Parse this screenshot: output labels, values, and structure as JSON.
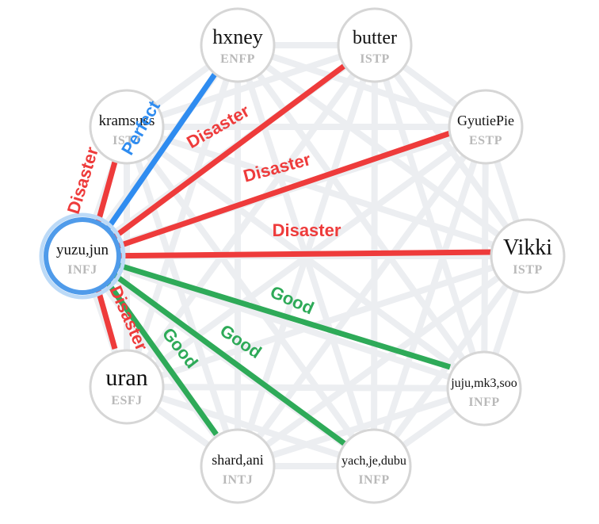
{
  "center": "yuzu,jun",
  "colors": {
    "grid_line": "#eceef1",
    "node_border": "#d6d6d6",
    "center_border": "#4f9bea",
    "center_halo": "#bcdaf7",
    "Disaster": "#ee3b3b",
    "Perfect": "#2f8cf0",
    "Good": "#2eaa58"
  },
  "nodes": [
    {
      "id": "hxney",
      "name": "hxney",
      "type": "ENFP"
    },
    {
      "id": "butter",
      "name": "butter",
      "type": "ISTP"
    },
    {
      "id": "gyutiepie",
      "name": "GyutiePie",
      "type": "ESTP"
    },
    {
      "id": "vikki",
      "name": "Vikki",
      "type": "ISTP"
    },
    {
      "id": "juju",
      "name": "juju,mk3,soo",
      "type": "INFP"
    },
    {
      "id": "yach",
      "name": "yach,je,dubu",
      "type": "INFP"
    },
    {
      "id": "shard",
      "name": "shard,ani",
      "type": "INTJ"
    },
    {
      "id": "uran",
      "name": "uran",
      "type": "ESFJ"
    },
    {
      "id": "yuzu",
      "name": "yuzu,jun",
      "type": "INFJ"
    },
    {
      "id": "kramsuss",
      "name": "kramsuss",
      "type": "ISTJ"
    }
  ],
  "edges": [
    {
      "from": "yuzu",
      "to": "hxney",
      "label": "Perfect"
    },
    {
      "from": "yuzu",
      "to": "kramsuss",
      "label": "Disaster"
    },
    {
      "from": "yuzu",
      "to": "butter",
      "label": "Disaster"
    },
    {
      "from": "yuzu",
      "to": "gyutiepie",
      "label": "Disaster"
    },
    {
      "from": "yuzu",
      "to": "vikki",
      "label": "Disaster"
    },
    {
      "from": "yuzu",
      "to": "uran",
      "label": "Disaster"
    },
    {
      "from": "yuzu",
      "to": "juju",
      "label": "Good"
    },
    {
      "from": "yuzu",
      "to": "yach",
      "label": "Good"
    },
    {
      "from": "yuzu",
      "to": "shard",
      "label": "Good"
    }
  ]
}
